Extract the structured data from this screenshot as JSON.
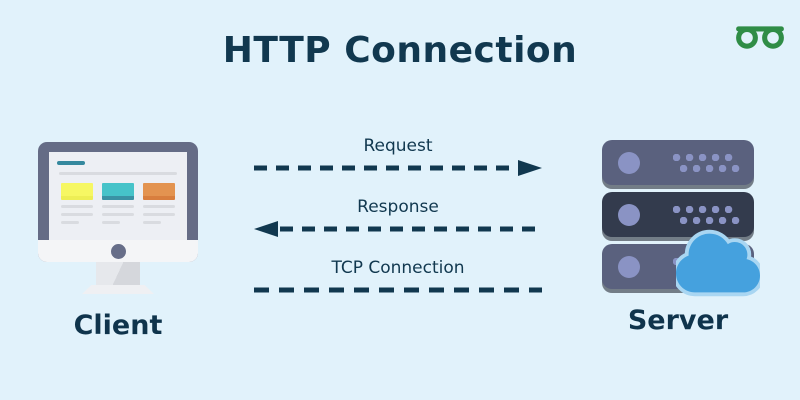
{
  "page": {
    "title": "HTTP Connection",
    "background_color": "#E1F2FB",
    "text_color": "#11384F"
  },
  "logo": {
    "name": "geeksforgeeks-logo",
    "color": "#2F8D46"
  },
  "client": {
    "label": "Client"
  },
  "server": {
    "label": "Server"
  },
  "connections": [
    {
      "label": "Request",
      "direction": "right"
    },
    {
      "label": "Response",
      "direction": "left"
    },
    {
      "label": "TCP Connection",
      "direction": "none"
    }
  ],
  "colors": {
    "arrow": "#11384F",
    "monitor_frame": "#656C86",
    "monitor_screen": "#EDEFF4",
    "tile_yellow": "#F6F763",
    "tile_teal": "#46C3C9",
    "tile_teal_shade": "#3A92A4",
    "tile_orange": "#E39350",
    "tile_orange_shade": "#D87E3E",
    "screen_line_gray": "#D9DBE0",
    "screen_accent_teal": "#35889E",
    "server_unit": "#5A617E",
    "server_unit_dark": "#333B4D",
    "server_dot": "#8A93C4",
    "cloud_fill": "#45A1DE",
    "cloud_outline": "#A9D6F2",
    "logo_green": "#2F8D46"
  }
}
